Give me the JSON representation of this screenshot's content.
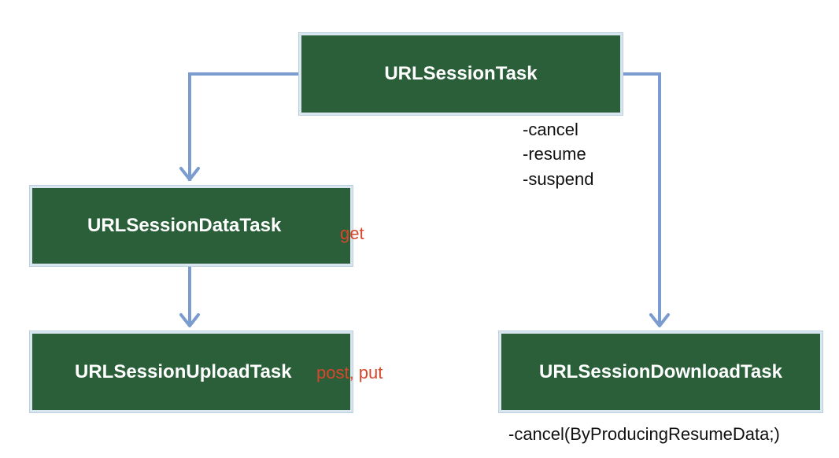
{
  "diagram": {
    "root": {
      "label": "URLSessionTask"
    },
    "data_task": {
      "label": "URLSessionDataTask",
      "note": "get"
    },
    "upload_task": {
      "label": "URLSessionUploadTask",
      "note": "post, put"
    },
    "download_task": {
      "label": "URLSessionDownloadTask",
      "note": "-cancel(ByProducingResumeData;)"
    },
    "root_methods": [
      "-cancel",
      "-resume",
      "-suspend"
    ]
  },
  "colors": {
    "box_fill": "#2a5f3a",
    "connector": "#7b9cce",
    "note_accent": "#d9472b"
  }
}
